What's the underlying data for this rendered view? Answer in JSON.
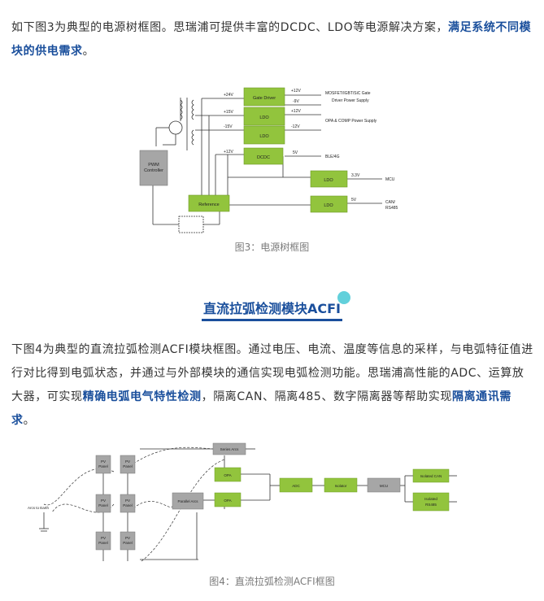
{
  "para1": {
    "text": "如下图3为典型的电源树框图。思瑞浦可提供丰富的DCDC、LDO等电源解决方案，",
    "highlight": "满足系统不同模块的供电需求",
    "end": "。"
  },
  "fig3": {
    "caption": "图3：电源树框图",
    "pwm_l1": "PWM",
    "pwm_l2": "Controller",
    "reference": "Reference",
    "gate_driver": "Gate Driver",
    "ldo": "LDO",
    "dcdc": "DCDC",
    "v24": "+24V",
    "v15p": "+15V",
    "v15n": "-15V",
    "v12": "+12V",
    "o12a": "+12V",
    "o9": "-9V",
    "o12b": "+12V",
    "o12c": "-12V",
    "o5a": "5V",
    "o33": "3.3V",
    "o5b": "5V",
    "mos1": "MOSFET/IGBT/SiC Gate",
    "mos2": "Driver Power Supply",
    "opa": "OPA & COMP Power Supply",
    "ble": "BLE/4G",
    "mcu": "MCU",
    "can1": "CAN/",
    "can2": "RS485"
  },
  "section": {
    "title": "直流拉弧检测模块ACFI"
  },
  "para2": {
    "t1": "下图4为典型的直流拉弧检测ACFI模块框图。通过电压、电流、温度等信息的采样，与电弧特征值进行对比得到电弧状态，并通过与外部模块的通信实现电弧检测功能。思瑞浦高性能的ADC、运算放大器，可实现",
    "h1": "精确电弧电气特性检测",
    "t2": "，隔离CAN、隔离485、数字隔离器等帮助实现",
    "h2": "隔离通讯需求",
    "end": "。"
  },
  "fig4": {
    "caption": "图4：直流拉弧检测ACFI框图",
    "pv1": "PV",
    "pv2": "Panel",
    "series_arcs": "Series Arcs",
    "parallel_arcs": "Parallel Arcs",
    "arcs_earth": "Arcs to Earth",
    "opa": "OPA",
    "adc": "ADC",
    "isolator": "Isolator",
    "mcu": "MCU",
    "iso_can": "Isolated CAN",
    "iso_rs1": "Isolated",
    "iso_rs2": "RS485"
  }
}
